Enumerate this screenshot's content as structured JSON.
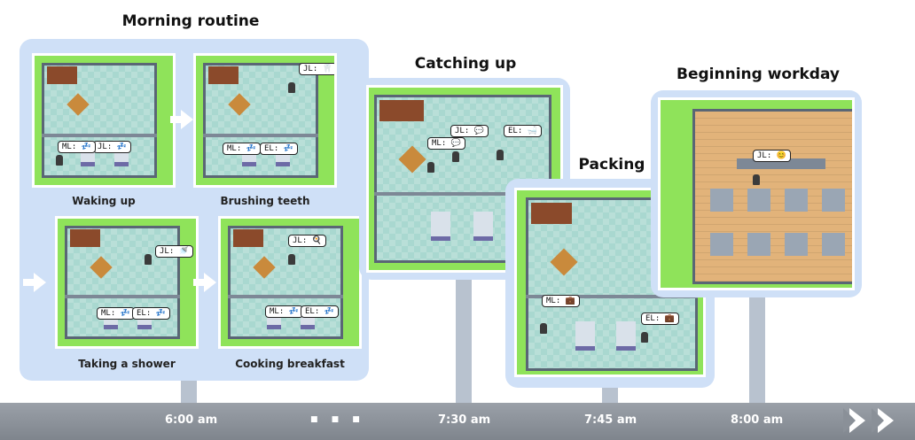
{
  "sections": {
    "morning": {
      "title": "Morning routine",
      "scenes": [
        {
          "caption": "Waking up",
          "bubbles": [
            "JL: 💤",
            "ML: 💤"
          ]
        },
        {
          "caption": "Brushing teeth",
          "bubbles": [
            "JL: 🦷",
            "ML: 💤",
            "EL: 💤"
          ]
        },
        {
          "caption": "Taking a shower",
          "bubbles": [
            "JL: 🚿",
            "ML: 💤",
            "EL: 💤"
          ]
        },
        {
          "caption": "Cooking breakfast",
          "bubbles": [
            "JL: 🍳",
            "ML: 💤",
            "EL: 💤"
          ]
        }
      ]
    },
    "catching": {
      "title": "Catching up",
      "bubbles": [
        "JL: 💬",
        "ML: 💬",
        "EL: 🛁"
      ]
    },
    "packing": {
      "title": "Packing",
      "bubbles": [
        "ML: 💼",
        "EL: 💼"
      ]
    },
    "workday": {
      "title": "Beginning workday",
      "bubbles": [
        "JL: 😊"
      ]
    }
  },
  "timeline": {
    "labels": [
      "6:00 am",
      "7:30 am",
      "7:45 am",
      "8:00 am"
    ],
    "ellipsis": "■ ■ ■"
  }
}
